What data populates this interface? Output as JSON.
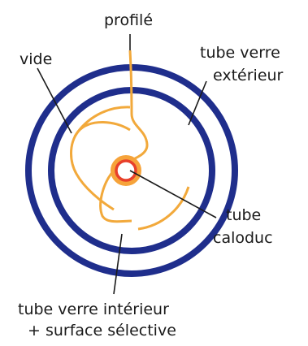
{
  "labels": {
    "profile": "profilé",
    "vacuum": "vide",
    "outer_tube_1": "tube verre",
    "outer_tube_2": "extérieur",
    "heat_pipe_1": "tube",
    "heat_pipe_2": "caloduc",
    "inner_tube_1": "tube verre intérieur",
    "inner_tube_2": "+ surface sélective"
  },
  "colors": {
    "glass_tube": "#1f2e8c",
    "profile": "#f2a93b",
    "pipe_core": "#e8402a",
    "pipe_fill": "#ffffff",
    "leader_line": "#1a1a1a",
    "text": "#1a1a1a"
  }
}
